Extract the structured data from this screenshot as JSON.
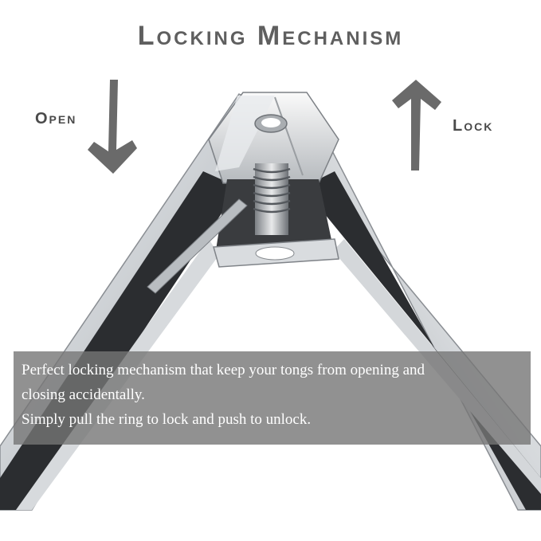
{
  "heading": "Locking Mechanism",
  "labels": {
    "open": "Open",
    "lock": "Lock"
  },
  "caption": {
    "line1": "Perfect locking mechanism that keep your tongs from opening and",
    "line2": "closing accidentally.",
    "line3": "Simply pull the ring to lock and push to unlock."
  },
  "icons": {
    "open_arrow": "arrow-down-icon",
    "lock_arrow": "arrow-up-icon"
  },
  "colors": {
    "heading": "#5f5f5f",
    "arrow": "#6a6a6a",
    "caption_bg": "#767676",
    "metal": "#c8ccd0"
  }
}
